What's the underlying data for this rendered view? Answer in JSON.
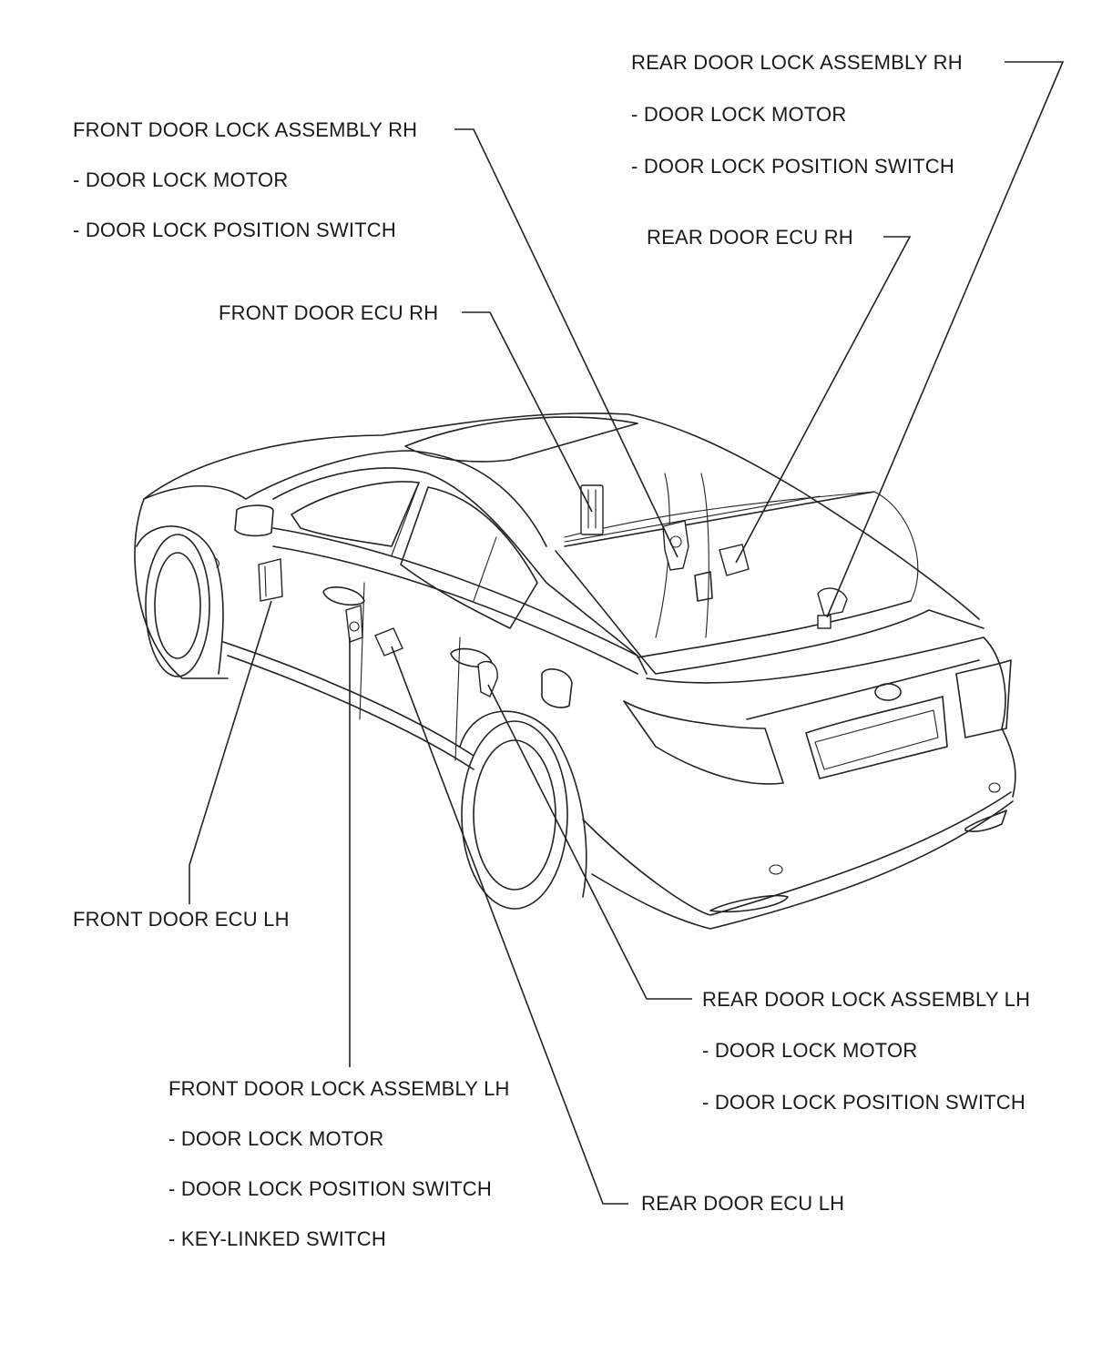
{
  "labels": {
    "rear_rh_assembly": "REAR DOOR LOCK ASSEMBLY RH",
    "rear_rh_motor": "- DOOR LOCK MOTOR",
    "rear_rh_switch": "- DOOR LOCK POSITION SWITCH",
    "front_rh_assembly": "FRONT DOOR LOCK ASSEMBLY RH",
    "front_rh_motor": "- DOOR LOCK MOTOR",
    "front_rh_switch": "- DOOR LOCK POSITION SWITCH",
    "rear_ecu_rh": "REAR DOOR ECU RH",
    "front_ecu_rh": "FRONT DOOR ECU RH",
    "front_ecu_lh": "FRONT DOOR ECU LH",
    "rear_lh_assembly": "REAR DOOR LOCK ASSEMBLY LH",
    "rear_lh_motor": "- DOOR LOCK MOTOR",
    "rear_lh_switch": "- DOOR LOCK POSITION SWITCH",
    "front_lh_assembly": "FRONT DOOR LOCK ASSEMBLY LH",
    "front_lh_motor": "- DOOR LOCK MOTOR",
    "front_lh_switch": "- DOOR LOCK POSITION SWITCH",
    "front_lh_key_switch": "- KEY-LINKED SWITCH",
    "rear_ecu_lh": "REAR DOOR ECU LH"
  }
}
